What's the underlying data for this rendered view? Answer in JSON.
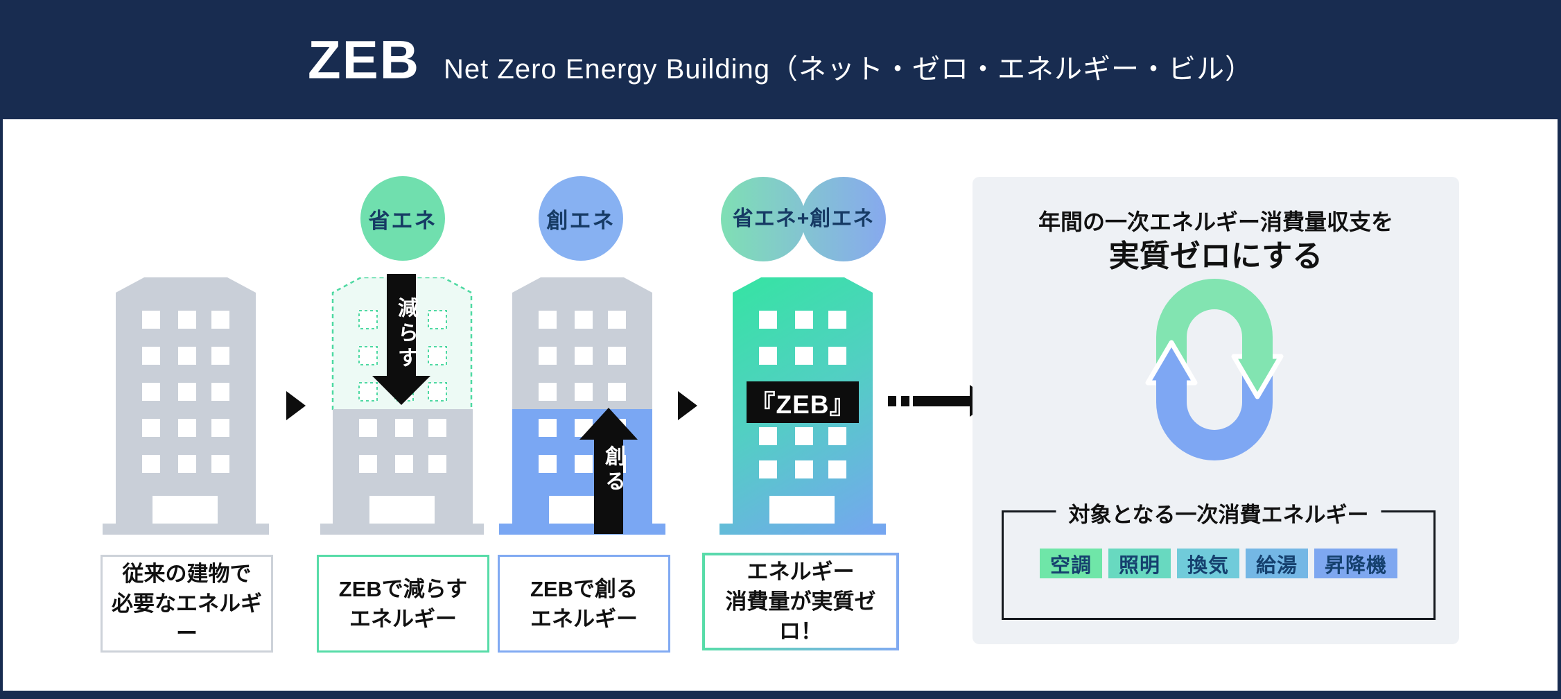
{
  "header": {
    "logo": "ZEB",
    "subtitle": "Net Zero Energy Building（ネット・ゼロ・エネルギー・ビル）"
  },
  "steps": [
    {
      "label_line1": "従来の建物で",
      "label_line2": "必要なエネルギー"
    },
    {
      "badge": "省エネ",
      "arrow_text": "減らす",
      "label_line1": "ZEBで減らす",
      "label_line2": "エネルギー"
    },
    {
      "badge": "創エネ",
      "arrow_text": "創る",
      "label_line1": "ZEBで創る",
      "label_line2": "エネルギー"
    },
    {
      "badge": "省エネ+創エネ",
      "building_tag": "『ZEB』",
      "label_line1": "エネルギー",
      "label_line2": "消費量が実質ゼロ！"
    }
  ],
  "result_panel": {
    "title_line1": "年間の一次エネルギー消費量収支を",
    "title_line2": "実質ゼロにする",
    "box_title": "対象となる一次消費エネルギー",
    "tags": [
      {
        "label": "空調",
        "color": "#6fe6a8"
      },
      {
        "label": "照明",
        "color": "#68d9c0"
      },
      {
        "label": "換気",
        "color": "#70cbda"
      },
      {
        "label": "給湯",
        "color": "#74b7e5"
      },
      {
        "label": "昇降機",
        "color": "#7ea7f0"
      }
    ]
  },
  "colors": {
    "navy_frame": "#182c50",
    "building_gray": "#c9cfd8",
    "energy_saving_green": "#70dfae",
    "energy_creation_blue": "#87b1f2",
    "building_blue": "#7aa7f3",
    "dashed_outline_green": "#4ed9a2",
    "dashed_fill_mint": "#edfaf5",
    "zeb_gradient_top": "#34e5a1",
    "zeb_gradient_bottom": "#76a5f1",
    "panel_background": "#eef1f5",
    "arrow_black": "#0d0d0d",
    "cycle_green": "#82e4b1",
    "cycle_blue": "#7ea7f3"
  }
}
